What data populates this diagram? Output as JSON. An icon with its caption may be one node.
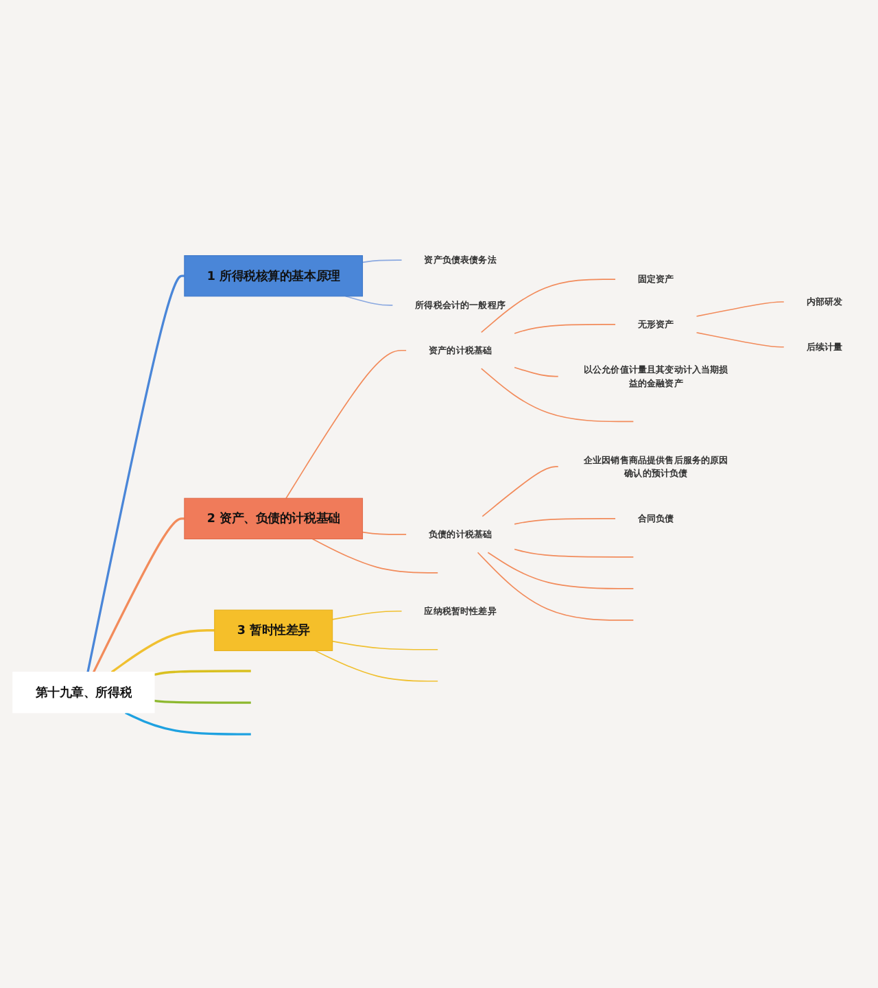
{
  "diagram": {
    "nodes": [
      {
        "text": [
          "第十九章、所得税"
        ]
      },
      {
        "text": [
          "1 所得税核算的基本原理"
        ]
      },
      {
        "text": [
          "资产负债表债务法"
        ]
      },
      {
        "text": [
          "所得税会计的一般程序"
        ]
      },
      {
        "text": [
          "2 资产、负债的计税基础"
        ]
      },
      {
        "text": [
          "资产的计税基础"
        ]
      },
      {
        "text": [
          "固定资产"
        ]
      },
      {
        "text": [
          "无形资产"
        ]
      },
      {
        "text": [
          "内部研发"
        ]
      },
      {
        "text": [
          "后续计量"
        ]
      },
      {
        "text": [
          "以公允价值计量且其变动计入当期损益的金融资产"
        ]
      },
      {
        "text": [
          "负债的计税基础"
        ]
      },
      {
        "text": [
          "企业因销售商品提供售后服务的原因确认的预计负债"
        ]
      },
      {
        "text": [
          "合同负债"
        ]
      },
      {
        "text": [
          "3 暂时性差异"
        ]
      },
      {
        "text": [
          "应纳税暂时性差异"
        ]
      }
    ],
    "edges": [
      {
        "from": 0,
        "to": 1,
        "arrow": "none",
        "color": "#4a86d8"
      },
      {
        "from": 1,
        "to": 2,
        "arrow": "none",
        "color": "#8aa8e0"
      },
      {
        "from": 1,
        "to": 3,
        "arrow": "none",
        "color": "#8aa8e0"
      },
      {
        "from": 0,
        "to": 4,
        "arrow": "none"
      },
      {
        "from": 4,
        "to": 5,
        "arrow": "none"
      },
      {
        "from": 5,
        "to": 6,
        "arrow": "none"
      },
      {
        "from": 5,
        "to": 7,
        "arrow": "none"
      },
      {
        "from": 7,
        "to": 8,
        "arrow": "none"
      },
      {
        "from": 7,
        "to": 9,
        "arrow": "none"
      },
      {
        "from": 5,
        "to": 10,
        "arrow": "none"
      },
      {
        "from": 5,
        "to": null,
        "arrow": "none"
      },
      {
        "from": 4,
        "to": 11,
        "arrow": "none"
      },
      {
        "from": 11,
        "to": 12,
        "arrow": "none"
      },
      {
        "from": 11,
        "to": 13,
        "arrow": "none"
      },
      {
        "from": 11,
        "to": null,
        "arrow": "none"
      },
      {
        "from": 11,
        "to": null,
        "arrow": "none"
      },
      {
        "from": 11,
        "to": null,
        "arrow": "none"
      },
      {
        "from": 4,
        "to": null,
        "arrow": "none"
      },
      {
        "from": 0,
        "to": 14,
        "arrow": "none",
        "color": "#f0c030"
      },
      {
        "from": 14,
        "to": 15,
        "arrow": "none",
        "color": "#f0c030"
      },
      {
        "from": 14,
        "to": null,
        "arrow": "none",
        "color": "#f0c030"
      },
      {
        "from": 14,
        "to": null,
        "arrow": "none",
        "color": "#f0c030"
      },
      {
        "from": 0,
        "to": null,
        "arrow": "none",
        "color": "#d9c020"
      },
      {
        "from": 0,
        "to": null,
        "arrow": "none",
        "color": "#8db82e"
      },
      {
        "from": 0,
        "to": null,
        "arrow": "none",
        "color": "#1ea1e0"
      }
    ]
  }
}
